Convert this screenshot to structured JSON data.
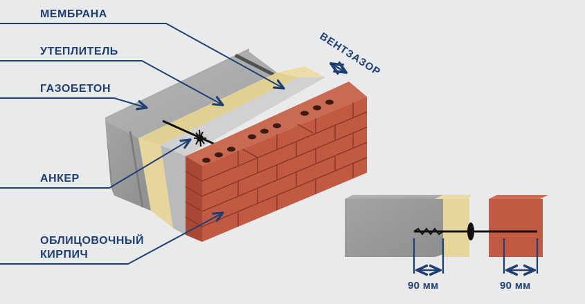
{
  "labels": {
    "membrane": "МЕМБРАНА",
    "insulation": "УТЕПЛИТЕЛЬ",
    "aerated_concrete": "ГАЗОБЕТОН",
    "anchor": "АНКЕР",
    "facing_brick_line1": "ОБЛИЦОВОЧНЫЙ",
    "facing_brick_line2": "КИРПИЧ"
  },
  "ventilation_gap": "ВЕНТЗАЗОР",
  "dimensions": {
    "block_thickness": "90 мм",
    "brick_thickness": "90 мм"
  },
  "colors": {
    "callout": "#1f3f73",
    "concrete": "#9fa0a1",
    "insulation": "#e6d59c",
    "brick": "#c25a43",
    "background": "#e9eaeb"
  }
}
